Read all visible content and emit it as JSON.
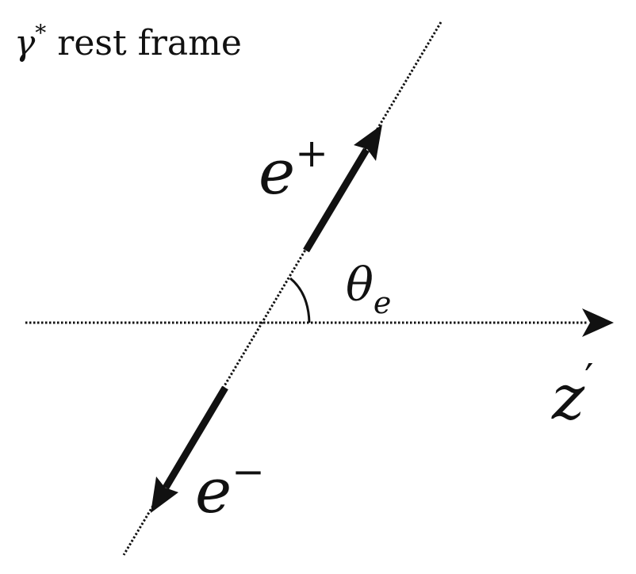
{
  "title": {
    "symbol": "γ",
    "superscript": "*",
    "text": "rest frame"
  },
  "labels": {
    "positron": {
      "base": "e",
      "charge": "+"
    },
    "electron": {
      "base": "e",
      "charge": "−"
    },
    "axis": {
      "base": "z",
      "prime": "′"
    },
    "angle": {
      "base": "θ",
      "subscript": "e"
    }
  },
  "colors": {
    "stroke": "#111111",
    "background": "#ffffff"
  }
}
